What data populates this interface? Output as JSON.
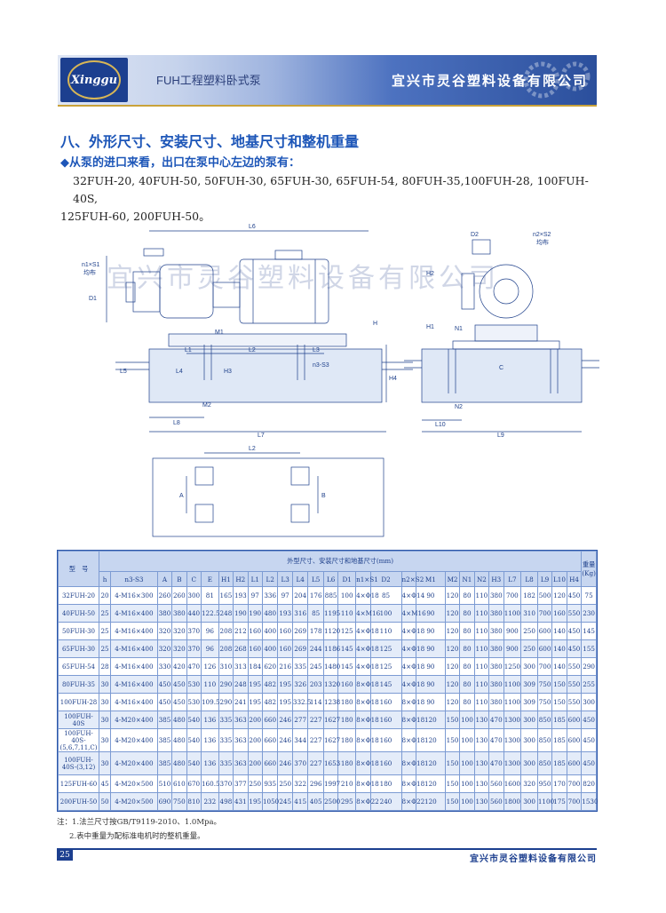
{
  "header": {
    "logo_text": "Xinggu",
    "product_title": "FUH工程塑料卧式泵",
    "company_name": "宜兴市灵谷塑料设备有限公司"
  },
  "section": {
    "title": "八、外形尺寸、安装尺寸、地基尺寸和整机重量",
    "subtitle": "◆从泵的进口来看，出口在泵中心左边的泵有：",
    "models_line1": "32FUH-20, 40FUH-50, 50FUH-30, 65FUH-30, 65FUH-54, 80FUH-35,100FUH-28, 100FUH-40S,",
    "models_line2": "125FUH-60, 200FUH-50。"
  },
  "drawing_labels": {
    "L6": "L6",
    "n1S1": "n1×S1",
    "n1S1_sub": "均布",
    "D1": "D1",
    "H": "H",
    "H2": "H2",
    "M1": "M1",
    "L1": "L1",
    "L2": "L2",
    "L3": "L3",
    "L4": "L4",
    "L5": "L5",
    "H3": "H3",
    "n3S3": "n3-S3",
    "M2": "M2",
    "H4": "H4",
    "L8": "L8",
    "L7": "L7",
    "D2": "D2",
    "n2S2": "n2×S2",
    "n2S2_sub": "均布",
    "H1": "H1",
    "N1": "N1",
    "C": "C",
    "N2": "N2",
    "L10": "L10",
    "L9": "L9",
    "A": "A",
    "B": "B",
    "L2b": "L2",
    "watermark": "宜兴市灵谷塑料设备有限公司"
  },
  "table": {
    "model_header": "型　号",
    "group_header": "外型尺寸、安装尺寸和地基尺寸(mm)",
    "weight_header": "重量",
    "weight_unit": "(Kg)",
    "columns": [
      "h",
      "n3-S3",
      "A",
      "B",
      "C",
      "E",
      "H1",
      "H2",
      "L1",
      "L2",
      "L3",
      "L4",
      "L5",
      "L6",
      "D1",
      "n1×S1",
      "D2",
      "n2×S2",
      "M1",
      "M2",
      "N1",
      "N2",
      "H3",
      "L7",
      "L8",
      "L9",
      "L10",
      "H4"
    ],
    "rows": [
      {
        "model": "32FUH-20",
        "cells": [
          "20",
          "4-M16×300",
          "260",
          "260",
          "300",
          "81",
          "165",
          "193",
          "97",
          "336",
          "97",
          "204",
          "176",
          "885",
          "100",
          "4×Φ18",
          "85",
          "4×Φ14",
          "90",
          "120",
          "80",
          "110",
          "380",
          "700",
          "182",
          "500",
          "120",
          "450",
          "75"
        ]
      },
      {
        "model": "40FUH-50",
        "cells": [
          "25",
          "4-M16×400",
          "380",
          "380",
          "440",
          "122.5",
          "248",
          "190",
          "190",
          "480",
          "193",
          "316",
          "85",
          "1195",
          "110",
          "4×M16",
          "100",
          "4×M16",
          "90",
          "120",
          "80",
          "110",
          "380",
          "1100",
          "310",
          "700",
          "160",
          "550",
          "230"
        ]
      },
      {
        "model": "50FUH-30",
        "cells": [
          "25",
          "4-M16×400",
          "320",
          "320",
          "370",
          "96",
          "208",
          "212",
          "160",
          "400",
          "160",
          "269",
          "178",
          "1120",
          "125",
          "4×Φ18",
          "110",
          "4×Φ18",
          "90",
          "120",
          "80",
          "110",
          "380",
          "900",
          "250",
          "600",
          "140",
          "450",
          "145"
        ]
      },
      {
        "model": "65FUH-30",
        "cells": [
          "25",
          "4-M16×400",
          "320",
          "320",
          "370",
          "96",
          "208",
          "268",
          "160",
          "400",
          "160",
          "269",
          "244",
          "1186",
          "145",
          "4×Φ18",
          "125",
          "4×Φ18",
          "90",
          "120",
          "80",
          "110",
          "380",
          "900",
          "250",
          "600",
          "140",
          "450",
          "155"
        ]
      },
      {
        "model": "65FUH-54",
        "cells": [
          "28",
          "4-M16×400",
          "330",
          "420",
          "470",
          "126",
          "310",
          "313",
          "184",
          "620",
          "216",
          "335",
          "245",
          "1480",
          "145",
          "4×Φ18",
          "125",
          "4×Φ18",
          "90",
          "120",
          "80",
          "110",
          "380",
          "1250",
          "300",
          "700",
          "140",
          "550",
          "290"
        ]
      },
      {
        "model": "80FUH-35",
        "cells": [
          "30",
          "4-M16×400",
          "450",
          "450",
          "530",
          "110",
          "290",
          "248",
          "195",
          "482",
          "195",
          "326",
          "203",
          "1320",
          "160",
          "8×Φ18",
          "145",
          "4×Φ18",
          "90",
          "120",
          "80",
          "110",
          "380",
          "1100",
          "309",
          "750",
          "150",
          "550",
          "255"
        ]
      },
      {
        "model": "100FUH-28",
        "cells": [
          "30",
          "4-M16×400",
          "450",
          "450",
          "530",
          "109.5",
          "290",
          "241",
          "195",
          "482",
          "195",
          "332.5",
          "114",
          "1238",
          "180",
          "8×Φ18",
          "160",
          "8×Φ18",
          "90",
          "120",
          "80",
          "110",
          "380",
          "1100",
          "309",
          "750",
          "150",
          "550",
          "300"
        ]
      },
      {
        "model": "100FUH-40S",
        "cells": [
          "30",
          "4-M20×400",
          "385",
          "480",
          "540",
          "136",
          "335",
          "363",
          "200",
          "660",
          "246",
          "277",
          "227",
          "1627",
          "180",
          "8×Φ18",
          "160",
          "8×Φ18",
          "120",
          "150",
          "100",
          "130",
          "470",
          "1300",
          "300",
          "850",
          "185",
          "600",
          "450"
        ]
      },
      {
        "model": "100FUH-40S-(5,6,7,11,C)",
        "tall": true,
        "cells": [
          "30",
          "4-M20×400",
          "385",
          "480",
          "540",
          "136",
          "335",
          "363",
          "200",
          "660",
          "246",
          "344",
          "227",
          "1627",
          "180",
          "8×Φ18",
          "160",
          "8×Φ18",
          "120",
          "150",
          "100",
          "130",
          "470",
          "1300",
          "300",
          "850",
          "185",
          "600",
          "450"
        ]
      },
      {
        "model": "100FUH-40S-(3,12)",
        "tall": true,
        "cells": [
          "30",
          "4-M20×400",
          "385",
          "480",
          "540",
          "136",
          "335",
          "363",
          "200",
          "660",
          "246",
          "370",
          "227",
          "1653",
          "180",
          "8×Φ18",
          "160",
          "8×Φ18",
          "120",
          "150",
          "100",
          "130",
          "470",
          "1300",
          "300",
          "850",
          "185",
          "600",
          "450"
        ]
      },
      {
        "model": "125FUH-60",
        "cells": [
          "45",
          "4-M20×500",
          "510",
          "610",
          "670",
          "160.5",
          "370",
          "377",
          "250",
          "935",
          "250",
          "322",
          "296",
          "1997",
          "210",
          "8×Φ18",
          "180",
          "8×Φ18",
          "120",
          "150",
          "100",
          "130",
          "560",
          "1600",
          "320",
          "950",
          "170",
          "700",
          "820"
        ]
      },
      {
        "model": "200FUH-50",
        "cells": [
          "50",
          "4-M20×500",
          "690",
          "750",
          "810",
          "232",
          "498",
          "431",
          "195",
          "1050",
          "245",
          "415",
          "405",
          "2500",
          "295",
          "8×Φ22",
          "240",
          "8×Φ22",
          "120",
          "150",
          "100",
          "130",
          "560",
          "1800",
          "300",
          "1100",
          "175",
          "700",
          "1530"
        ]
      }
    ]
  },
  "notes": {
    "line1": "注：1.法兰尺寸按GB/T9119-2010、1.0Mpa。",
    "line2": "2.表中重量为配标准电机时的整机重量。"
  },
  "footer": {
    "page_number": "25",
    "company_name": "宜兴市灵谷塑料设备有限公司"
  },
  "colors": {
    "brand_blue": "#1c3f8f",
    "title_blue": "#1d56b8",
    "table_header_bg": "#c7d6f0",
    "accent_gold": "#c9a23a"
  }
}
